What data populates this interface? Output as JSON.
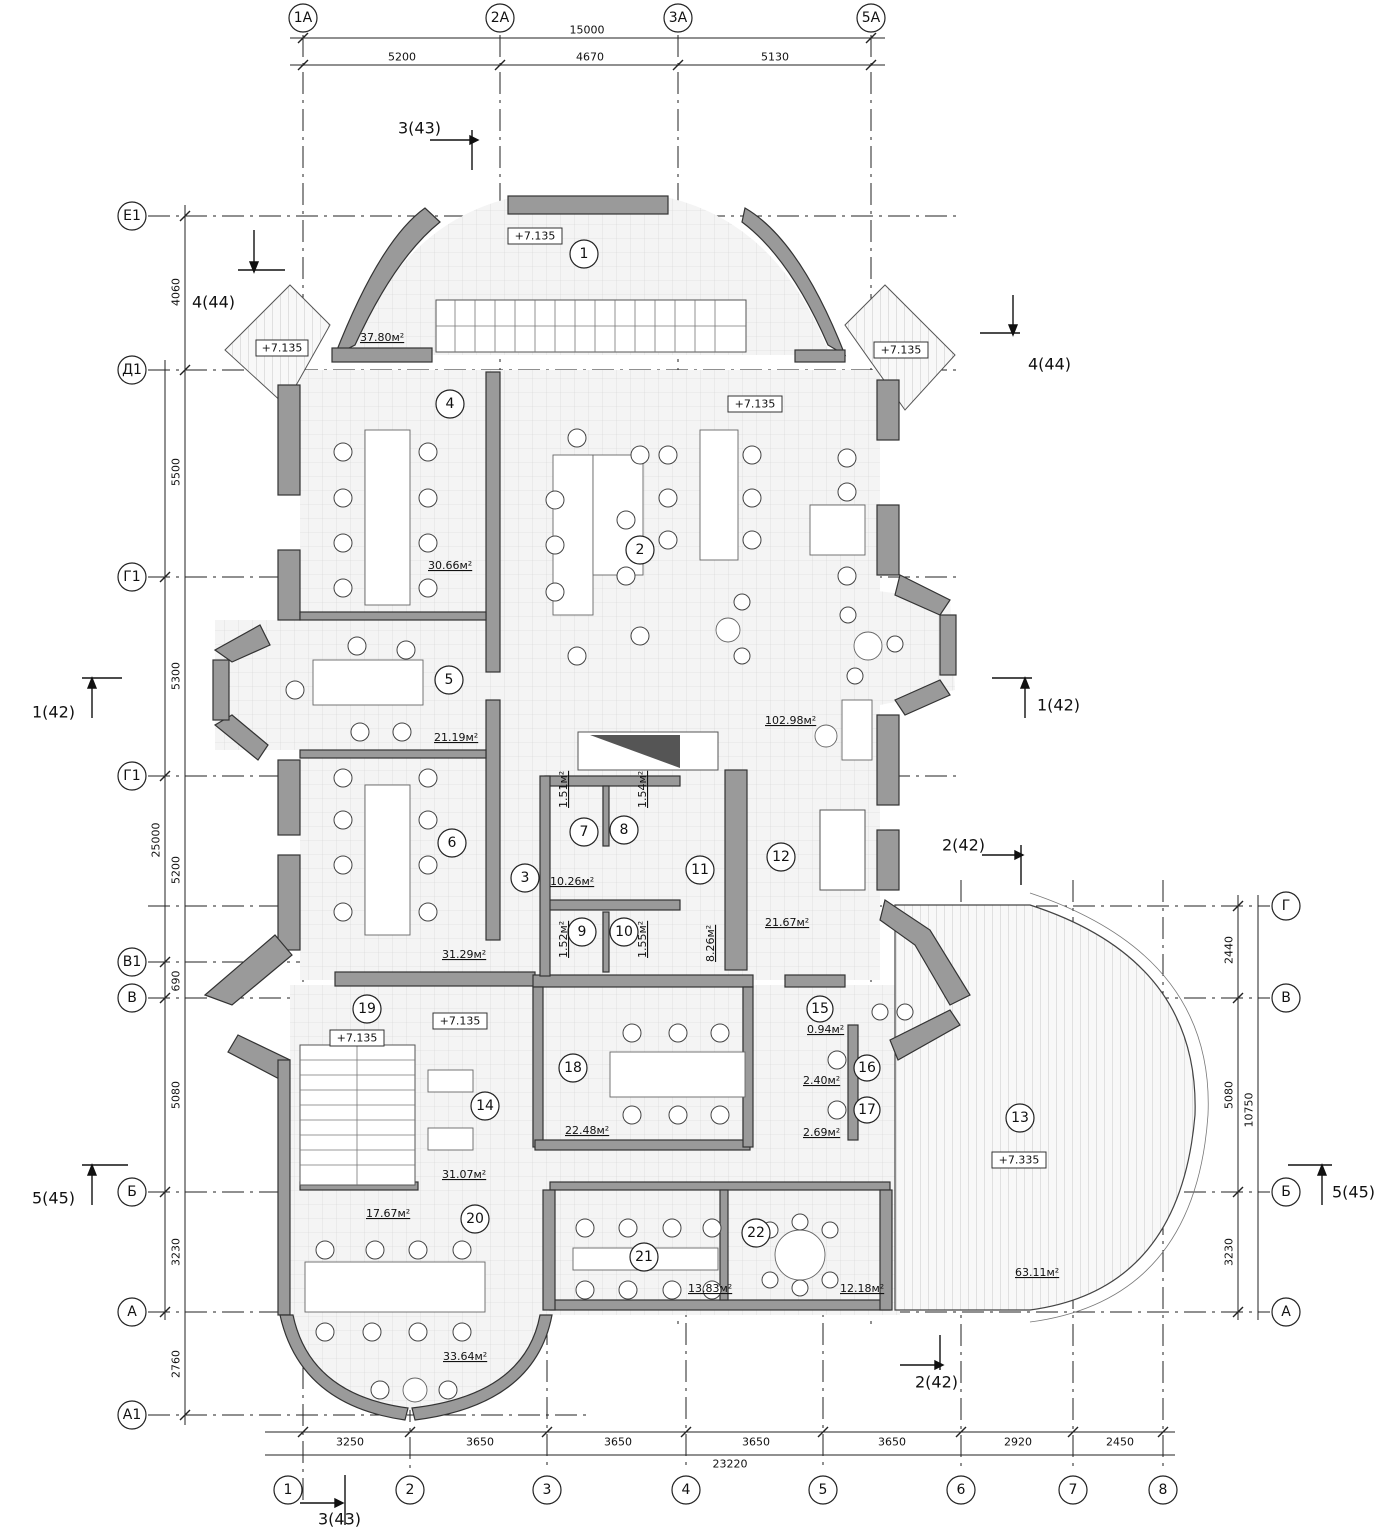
{
  "grid_top": [
    {
      "label": "1A"
    },
    {
      "label": "2A"
    },
    {
      "label": "3A"
    },
    {
      "label": "5A"
    }
  ],
  "grid_bottom": [
    {
      "label": "1"
    },
    {
      "label": "2"
    },
    {
      "label": "3"
    },
    {
      "label": "4"
    },
    {
      "label": "5"
    },
    {
      "label": "6"
    },
    {
      "label": "7"
    },
    {
      "label": "8"
    }
  ],
  "grid_left": [
    {
      "label": "Е1"
    },
    {
      "label": "Д1"
    },
    {
      "label": "Г1"
    },
    {
      "label": "Г1"
    },
    {
      "label": "В1"
    },
    {
      "label": "В"
    },
    {
      "label": "Б"
    },
    {
      "label": "А"
    },
    {
      "label": "А1"
    }
  ],
  "grid_right": [
    {
      "label": "Г"
    },
    {
      "label": "В"
    },
    {
      "label": "Б"
    },
    {
      "label": "А"
    }
  ],
  "dims_top": {
    "overall": "15000",
    "segments": [
      "5200",
      "4670",
      "5130"
    ]
  },
  "dims_bottom": {
    "overall": "23220",
    "segments": [
      "3250",
      "3650",
      "3650",
      "3650",
      "3650",
      "2920",
      "2450"
    ]
  },
  "dims_left": {
    "segments": [
      "4060",
      "5500",
      "5300",
      "5200",
      "690",
      "5080",
      "3230",
      "2760"
    ],
    "overall": "25000"
  },
  "dims_right": {
    "segments": [
      "2440",
      "5080",
      "3230"
    ],
    "overall": "10750"
  },
  "section_marks": {
    "s3_top": "3(43)",
    "s4_left": "4(44)",
    "s4_right": "4(44)",
    "s1_left": "1(42)",
    "s1_right": "1(42)",
    "s2_top": "2(42)",
    "s2_bottom": "2(42)",
    "s5_left": "5(45)",
    "s5_right": "5(45)",
    "s3_bottom": "3(43)"
  },
  "levels": {
    "l1": "+7.135",
    "l2": "+7.135",
    "l3": "+7.135",
    "l4": "+7.135",
    "l5": "+7.135",
    "l6": "+7.135",
    "l13": "+7.335"
  },
  "rooms": {
    "r1": "1",
    "r2": "2",
    "r3": "3",
    "r4": "4",
    "r5": "5",
    "r6": "6",
    "r7": "7",
    "r8": "8",
    "r9": "9",
    "r10": "10",
    "r11": "11",
    "r12": "12",
    "r13": "13",
    "r14": "14",
    "r15": "15",
    "r16": "16",
    "r17": "17",
    "r18": "18",
    "r19": "19",
    "r20": "20",
    "r21": "21",
    "r22": "22"
  },
  "areas": {
    "a1": "37.80м²",
    "a2": "102.98м²",
    "a3": "10.26м²",
    "a4": "30.66м²",
    "a5": "21.19м²",
    "a6": "31.29м²",
    "a7": "1.51м²",
    "a8": "1.54м²",
    "a9": "1.52м²",
    "a10": "1.55м²",
    "a11": "8.26м²",
    "a12": "21.67м²",
    "a13": "63.11м²",
    "a14": "31.07м²",
    "a15": "0.94м²",
    "a16": "2.40м²",
    "a17": "2.69м²",
    "a18": "22.48м²",
    "a19": "17.67м²",
    "a20": "33.64м²",
    "a21": "13.83м²",
    "a22": "12.18м²"
  }
}
